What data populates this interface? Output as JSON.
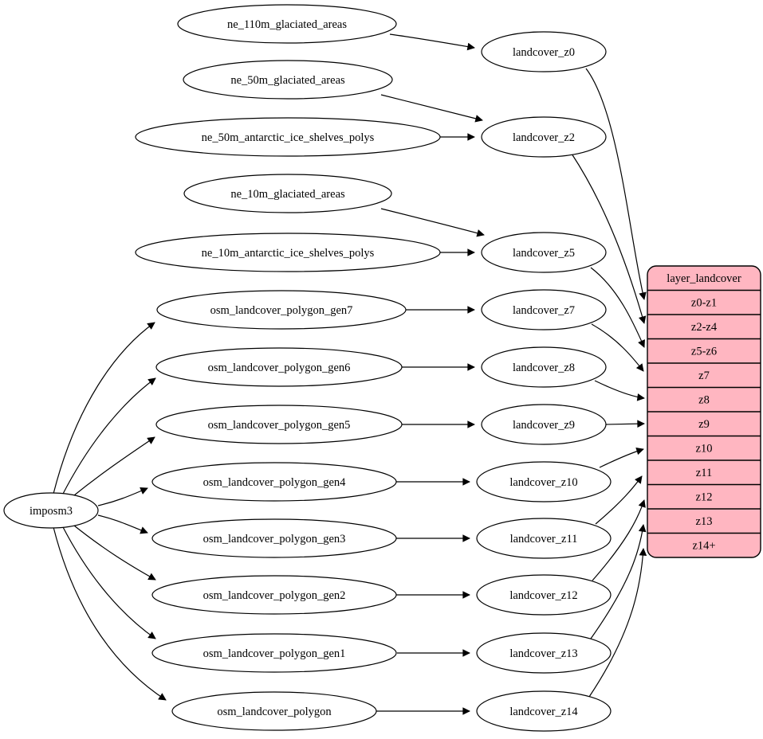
{
  "nodes": {
    "imposm3": "imposm3",
    "ne_110m_glaciated_areas": "ne_110m_glaciated_areas",
    "ne_50m_glaciated_areas": "ne_50m_glaciated_areas",
    "ne_50m_antarctic_ice_shelves_polys": "ne_50m_antarctic_ice_shelves_polys",
    "ne_10m_glaciated_areas": "ne_10m_glaciated_areas",
    "ne_10m_antarctic_ice_shelves_polys": "ne_10m_antarctic_ice_shelves_polys",
    "osm_landcover_polygon_gen7": "osm_landcover_polygon_gen7",
    "osm_landcover_polygon_gen6": "osm_landcover_polygon_gen6",
    "osm_landcover_polygon_gen5": "osm_landcover_polygon_gen5",
    "osm_landcover_polygon_gen4": "osm_landcover_polygon_gen4",
    "osm_landcover_polygon_gen3": "osm_landcover_polygon_gen3",
    "osm_landcover_polygon_gen2": "osm_landcover_polygon_gen2",
    "osm_landcover_polygon_gen1": "osm_landcover_polygon_gen1",
    "osm_landcover_polygon": "osm_landcover_polygon",
    "landcover_z0": "landcover_z0",
    "landcover_z2": "landcover_z2",
    "landcover_z5": "landcover_z5",
    "landcover_z7": "landcover_z7",
    "landcover_z8": "landcover_z8",
    "landcover_z9": "landcover_z9",
    "landcover_z10": "landcover_z10",
    "landcover_z11": "landcover_z11",
    "landcover_z12": "landcover_z12",
    "landcover_z13": "landcover_z13",
    "landcover_z14": "landcover_z14"
  },
  "table": {
    "title": "layer_landcover",
    "rows": [
      "z0-z1",
      "z2-z4",
      "z5-z6",
      "z7",
      "z8",
      "z9",
      "z10",
      "z11",
      "z12",
      "z13",
      "z14+"
    ]
  },
  "edges": [
    [
      "imposm3",
      "osm_landcover_polygon_gen7"
    ],
    [
      "imposm3",
      "osm_landcover_polygon_gen6"
    ],
    [
      "imposm3",
      "osm_landcover_polygon_gen5"
    ],
    [
      "imposm3",
      "osm_landcover_polygon_gen4"
    ],
    [
      "imposm3",
      "osm_landcover_polygon_gen3"
    ],
    [
      "imposm3",
      "osm_landcover_polygon_gen2"
    ],
    [
      "imposm3",
      "osm_landcover_polygon_gen1"
    ],
    [
      "imposm3",
      "osm_landcover_polygon"
    ],
    [
      "ne_110m_glaciated_areas",
      "landcover_z0"
    ],
    [
      "ne_50m_glaciated_areas",
      "landcover_z2"
    ],
    [
      "ne_50m_antarctic_ice_shelves_polys",
      "landcover_z2"
    ],
    [
      "ne_10m_glaciated_areas",
      "landcover_z5"
    ],
    [
      "ne_10m_antarctic_ice_shelves_polys",
      "landcover_z5"
    ],
    [
      "osm_landcover_polygon_gen7",
      "landcover_z7"
    ],
    [
      "osm_landcover_polygon_gen6",
      "landcover_z8"
    ],
    [
      "osm_landcover_polygon_gen5",
      "landcover_z9"
    ],
    [
      "osm_landcover_polygon_gen4",
      "landcover_z10"
    ],
    [
      "osm_landcover_polygon_gen3",
      "landcover_z11"
    ],
    [
      "osm_landcover_polygon_gen2",
      "landcover_z12"
    ],
    [
      "osm_landcover_polygon_gen1",
      "landcover_z13"
    ],
    [
      "osm_landcover_polygon",
      "landcover_z14"
    ],
    [
      "landcover_z0",
      "layer_landcover:z0-z1"
    ],
    [
      "landcover_z2",
      "layer_landcover:z2-z4"
    ],
    [
      "landcover_z5",
      "layer_landcover:z5-z6"
    ],
    [
      "landcover_z7",
      "layer_landcover:z7"
    ],
    [
      "landcover_z8",
      "layer_landcover:z8"
    ],
    [
      "landcover_z9",
      "layer_landcover:z9"
    ],
    [
      "landcover_z10",
      "layer_landcover:z10"
    ],
    [
      "landcover_z11",
      "layer_landcover:z11"
    ],
    [
      "landcover_z12",
      "layer_landcover:z12"
    ],
    [
      "landcover_z13",
      "layer_landcover:z13"
    ],
    [
      "landcover_z14",
      "layer_landcover:z14+"
    ]
  ],
  "colors": {
    "table_fill": "#ffb6c1",
    "node_fill": "#ffffff",
    "edge_stroke": "#000000"
  }
}
